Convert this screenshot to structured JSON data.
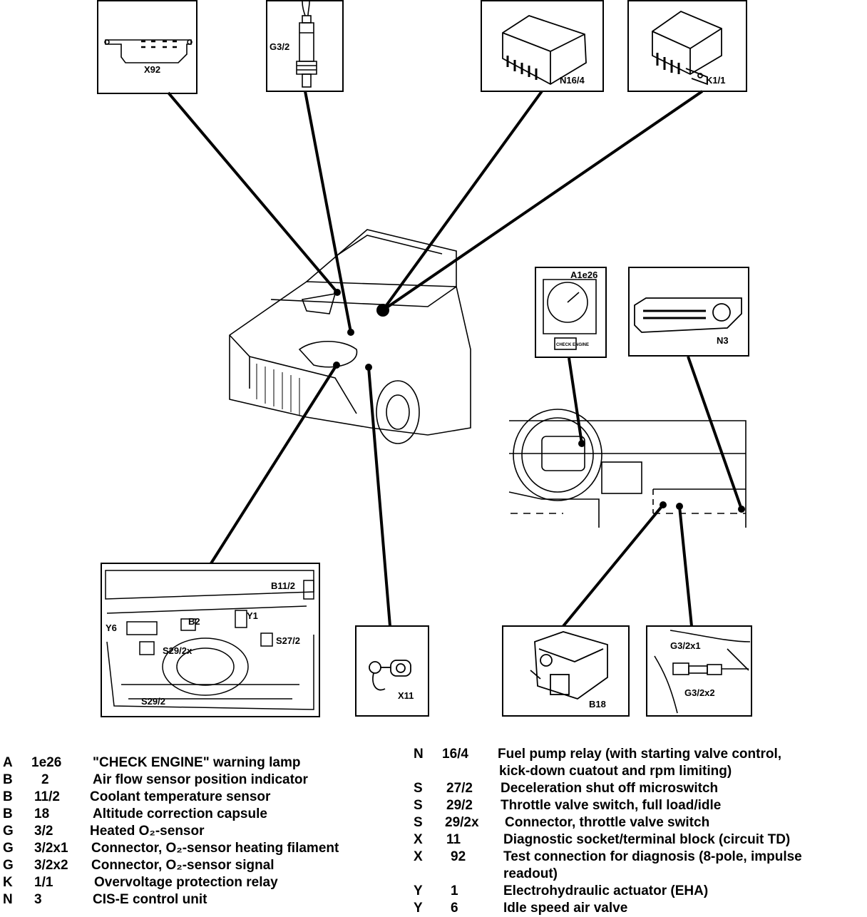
{
  "diagram": {
    "callouts": {
      "x92": "X92",
      "g32": "G3/2",
      "n164": "N16/4",
      "k11": "K1/1",
      "a1e26": "A1e26",
      "n3": "N3",
      "b112": "B11/2",
      "y1": "Y1",
      "y6": "Y6",
      "b2": "B2",
      "s292x": "S29/2x",
      "s272": "S27/2",
      "s292": "S29/2",
      "x11": "X11",
      "b18": "B18",
      "g32x1": "G3/2x1",
      "g32x2": "G3/2x2",
      "lamp_text": "CHECK ENGINE"
    }
  },
  "legend_left": [
    {
      "letter": "A",
      "num": "1e26",
      "desc": "\"CHECK ENGINE\" warning lamp"
    },
    {
      "letter": "B",
      "num": "2",
      "desc": "Air flow sensor position indicator"
    },
    {
      "letter": "B",
      "num": "11/2",
      "desc": "Coolant temperature sensor"
    },
    {
      "letter": "B",
      "num": "18",
      "desc": "Altitude correction capsule"
    },
    {
      "letter": "G",
      "num": "3/2",
      "desc": "Heated O₂-sensor"
    },
    {
      "letter": "G",
      "num": "3/2x1",
      "desc": "Connector, O₂-sensor heating filament"
    },
    {
      "letter": "G",
      "num": "3/2x2",
      "desc": "Connector, O₂-sensor signal"
    },
    {
      "letter": "K",
      "num": "1/1",
      "desc": "Overvoltage protection relay"
    },
    {
      "letter": "N",
      "num": "3",
      "desc": "CIS-E control unit"
    }
  ],
  "legend_right": [
    {
      "letter": "N",
      "num": "16/4",
      "desc": "Fuel pump relay (with starting valve control,"
    },
    {
      "letter": "",
      "num": "",
      "desc": "kick-down cuatout and rpm limiting)"
    },
    {
      "letter": "S",
      "num": "27/2",
      "desc": "Deceleration shut off microswitch"
    },
    {
      "letter": "S",
      "num": "29/2",
      "desc": "Throttle valve switch, full load/idle"
    },
    {
      "letter": "S",
      "num": "29/2x",
      "desc": "Connector, throttle valve switch"
    },
    {
      "letter": "X",
      "num": "11",
      "desc": "Diagnostic socket/terminal block (circuit TD)"
    },
    {
      "letter": "X",
      "num": "92",
      "desc": "Test connection for diagnosis (8-pole, impulse"
    },
    {
      "letter": "",
      "num": "",
      "desc": "readout)"
    },
    {
      "letter": "Y",
      "num": "1",
      "desc": "Electrohydraulic actuator (EHA)"
    },
    {
      "letter": "Y",
      "num": "6",
      "desc": "Idle speed air valve"
    }
  ]
}
